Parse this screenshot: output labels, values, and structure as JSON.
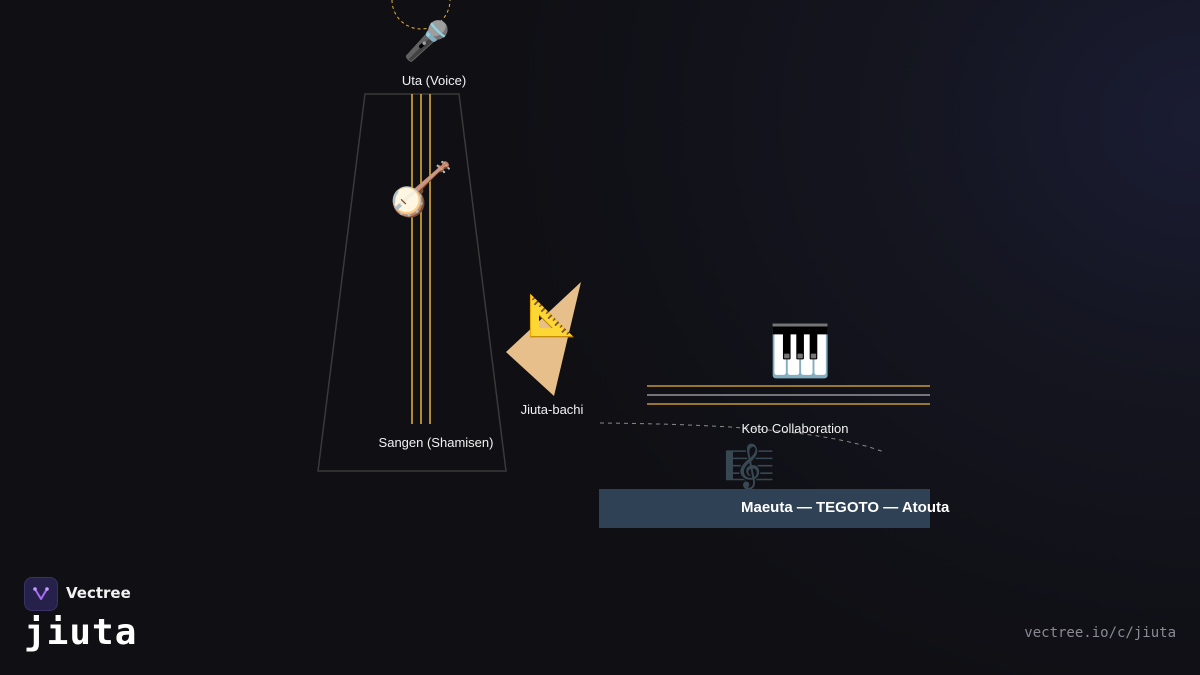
{
  "diagram": {
    "voice": {
      "label": "Uta (Voice)",
      "icon": "microphone-icon",
      "glyph": "🎤"
    },
    "sangen": {
      "label": "Sangen (Shamisen)",
      "icon": "banjo-icon",
      "glyph": "🪕"
    },
    "bachi": {
      "label": "Jiuta-bachi",
      "icon": "triangular-ruler-icon",
      "glyph": "📐"
    },
    "koto": {
      "label": "Koto Collaboration",
      "icon": "piano-keyboard-icon",
      "glyph": "🎹"
    },
    "form": {
      "label": "Maeuta — TEGOTO — Atouta",
      "icon": "musical-score-icon",
      "glyph": "🎼"
    }
  },
  "colors": {
    "string_gold": "#e8b33a",
    "bachi_fill": "#e7bf8a",
    "banner_bg": "#2f4154",
    "outline": "#3a3a3a"
  },
  "brand": {
    "name": "Vectree",
    "title": "jiuta",
    "url": "vectree.io/c/jiuta"
  }
}
